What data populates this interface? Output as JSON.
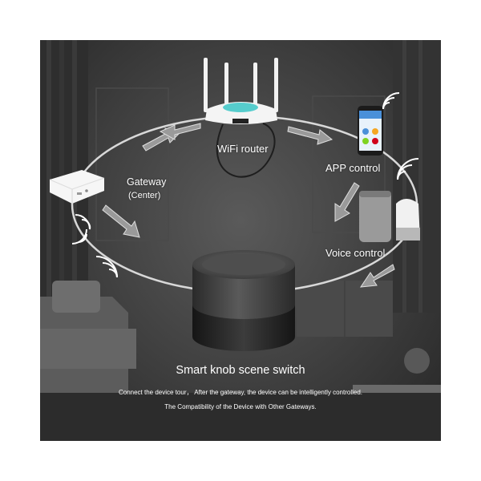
{
  "labels": {
    "router": "WiFi router",
    "gateway": "Gateway",
    "gateway_sub": "(Center)",
    "app": "APP control",
    "voice": "Voice control"
  },
  "title": "Smart knob scene switch",
  "captions": [
    "Connect the device tour， After the gateway, the device can be intelligently controlled.",
    "The Compatibility of the Device with Other Gateways."
  ],
  "icons": [
    "router-icon",
    "phone-icon",
    "smart-speaker-icon",
    "gateway-hub-icon",
    "knob-switch-icon",
    "signal-waves-icon",
    "arrow-icon"
  ],
  "colors": {
    "background": "#3e3e3e",
    "text": "#ffffff",
    "ring": "#d8d8d8",
    "phone_screen": "#4a90d9",
    "router_glow": "#39c6c6"
  }
}
